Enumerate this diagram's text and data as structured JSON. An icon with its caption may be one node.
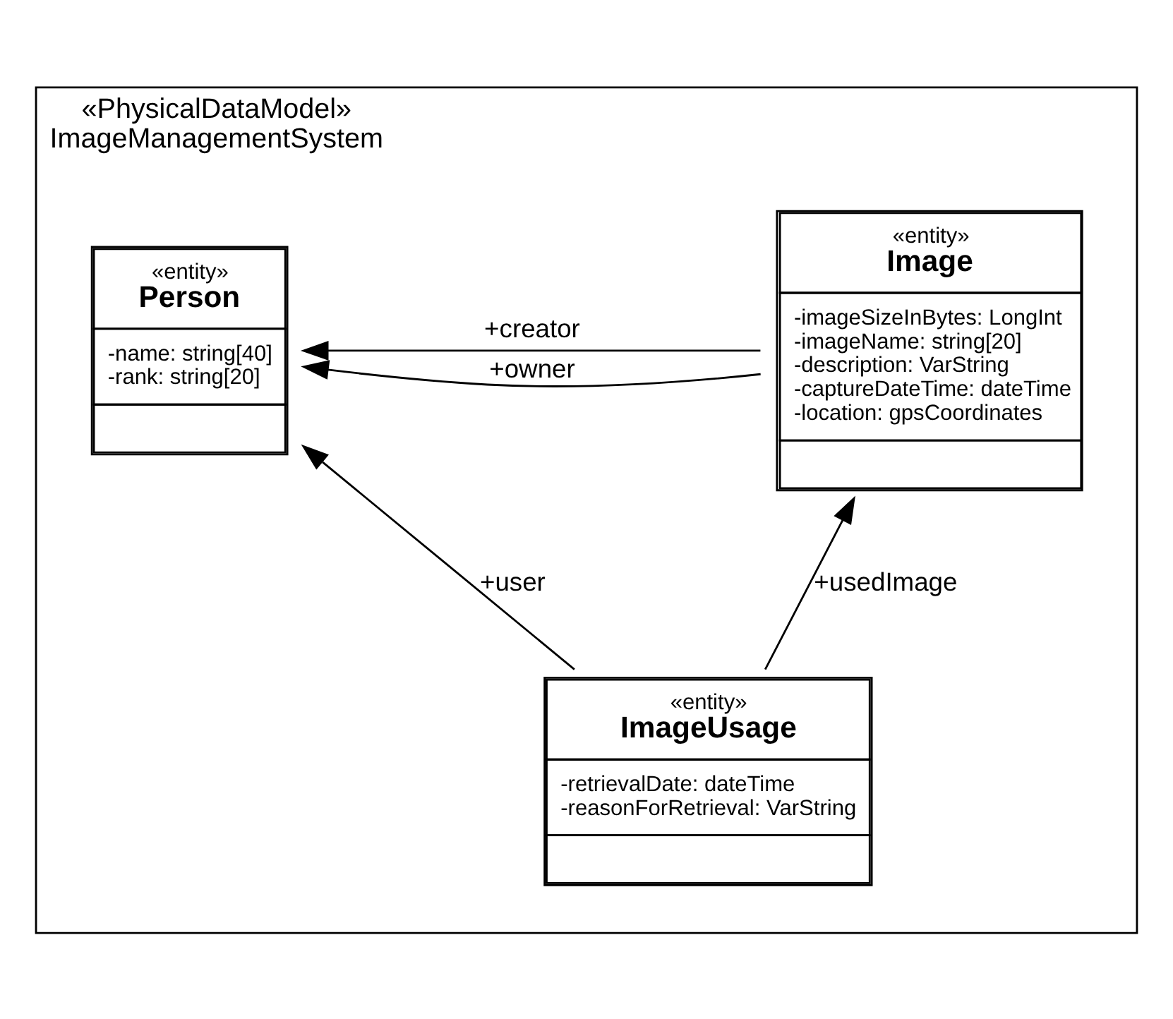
{
  "diagram": {
    "nodes": [
      {
        "text": [
          "«PhysicalDataModel»",
          "ImageManagementSystem"
        ]
      },
      {
        "text": [
          "«entity»",
          "Image",
          "-imageSizeInBytes: LongInt",
          "-imageName: string[20]",
          "-description: VarString",
          "-captureDateTime: dateTime",
          "-location: gpsCoordinates"
        ],
        "in": 0
      },
      {
        "text": [
          "«entity»",
          "Person",
          "-name: string[40]",
          "-rank: string[20]"
        ],
        "in": 0
      },
      {
        "text": [
          "«entity»",
          "ImageUsage",
          "-retrievalDate: dateTime",
          "-reasonForRetrieval: VarString"
        ],
        "in": 0
      }
    ],
    "edges": [
      {
        "from": 1,
        "to": 2,
        "arrow": "to",
        "label": "+creator"
      },
      {
        "from": 1,
        "to": 2,
        "arrow": "to",
        "label": "+owner"
      },
      {
        "from": 3,
        "to": 1,
        "arrow": "to",
        "label": "+usedImage"
      },
      {
        "from": 3,
        "to": 2,
        "arrow": "to",
        "label": "+user"
      }
    ]
  }
}
